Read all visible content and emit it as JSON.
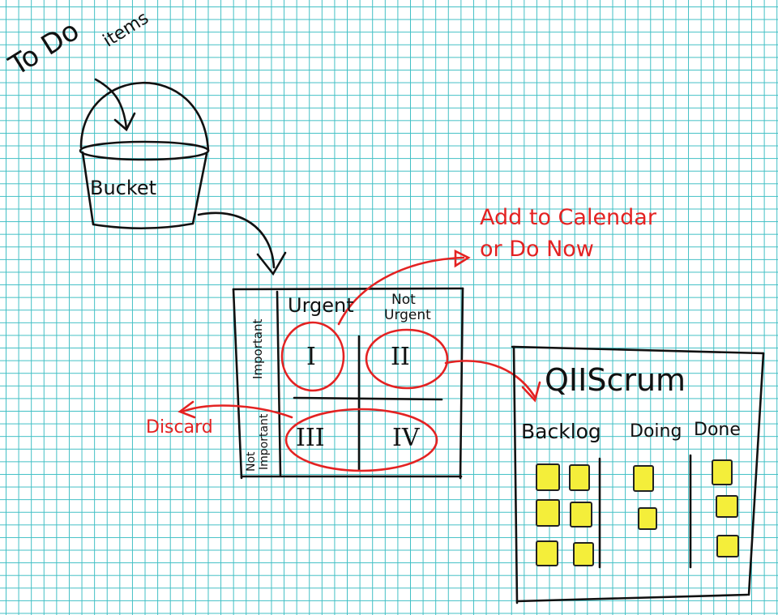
{
  "todo": {
    "first": "To Do",
    "second": "items"
  },
  "bucket": {
    "label": "Bucket"
  },
  "matrix": {
    "col_urgent": "Urgent",
    "col_not_urgent_line1": "Not",
    "col_not_urgent_line2": "Urgent",
    "row_important": "Important",
    "row_not_important_line1": "Not",
    "row_not_important_line2": "Important",
    "q1": "I",
    "q2": "II",
    "q3": "III",
    "q4": "IV"
  },
  "annotations": {
    "add_line1": "Add to Calendar",
    "add_line2": "or Do Now",
    "discard": "Discard"
  },
  "board": {
    "title": "QIIScrum",
    "col_backlog": "Backlog",
    "col_doing": "Doing",
    "col_done": "Done"
  },
  "colors": {
    "ink": "#111111",
    "annotation": "#e32222",
    "grid": "#3fbfc4",
    "sticky": "#f4ee3a"
  }
}
